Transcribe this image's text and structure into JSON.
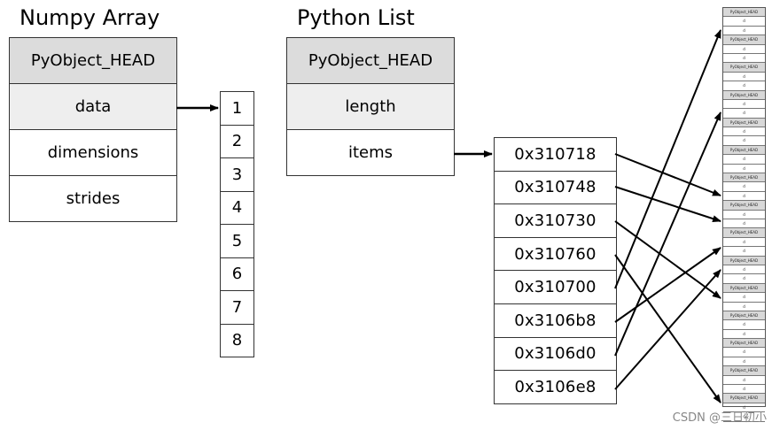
{
  "numpy": {
    "title": "Numpy Array",
    "rows": [
      "PyObject_HEAD",
      "data",
      "dimensions",
      "strides"
    ]
  },
  "data_buffer": [
    "1",
    "2",
    "3",
    "4",
    "5",
    "6",
    "7",
    "8"
  ],
  "pylist": {
    "title": "Python List",
    "rows": [
      "PyObject_HEAD",
      "length",
      "items"
    ]
  },
  "addresses": [
    "0x310718",
    "0x310748",
    "0x310730",
    "0x310760",
    "0x310700",
    "0x3106b8",
    "0x3106d0",
    "0x3106e8"
  ],
  "objects": {
    "head_label": "PyObject_HEAD",
    "value_label": "d"
  },
  "watermark": "CSDN @三日初小"
}
